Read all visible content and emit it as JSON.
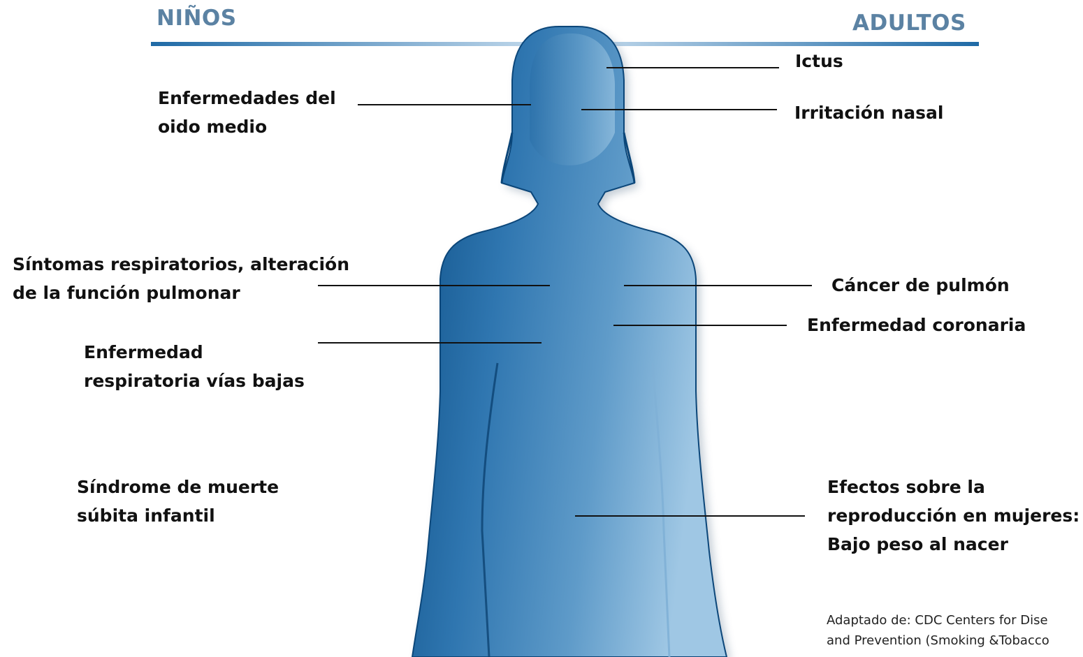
{
  "headings": {
    "children": "NIÑOS",
    "adults": "ADULTOS"
  },
  "children_effects": [
    {
      "lines": [
        "Enfermedades del",
        "oido medio"
      ]
    },
    {
      "lines": [
        "Síntomas respiratorios, alteración",
        "de la función pulmonar"
      ]
    },
    {
      "lines": [
        "Enfermedad",
        "respiratoria vías bajas"
      ]
    },
    {
      "lines": [
        "Síndrome de muerte",
        "súbita infantil"
      ]
    }
  ],
  "adult_effects": [
    {
      "lines": [
        "Ictus"
      ]
    },
    {
      "lines": [
        "Irritación nasal"
      ]
    },
    {
      "lines": [
        "Cáncer de pulmón"
      ]
    },
    {
      "lines": [
        "Enfermedad coronaria"
      ]
    },
    {
      "lines": [
        "Efectos sobre la",
        "reproducción en mujeres:",
        "Bajo peso al nacer"
      ]
    }
  ],
  "source_note": {
    "lines": [
      "Adaptado de: CDC Centers for Dise",
      "and Prevention (Smoking &Tobacco"
    ]
  },
  "colors": {
    "heading": "#5b82a3",
    "divider": "#1f6aa6",
    "body_dark": "#0d4f86",
    "body_light": "#8fbcdd",
    "leader_line": "#111111"
  }
}
